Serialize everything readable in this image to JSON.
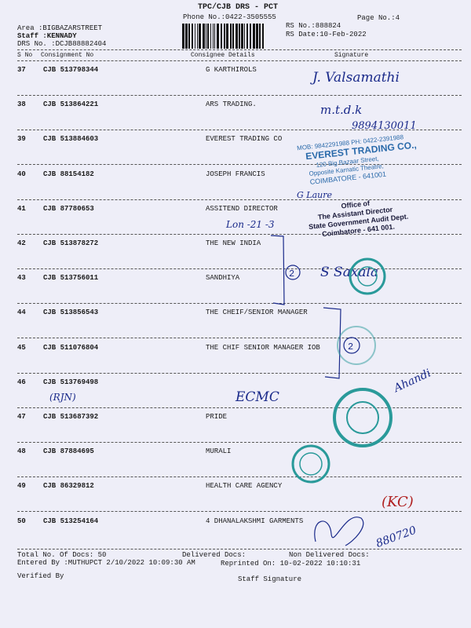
{
  "header": {
    "title": "TPC/CJB  DRS - PCT",
    "phone": "Phone No.:0422-3505555",
    "page_no": "Page No.:4",
    "area": "Area :BIGBAZARSTREET",
    "staff": "Staff :KENNADY",
    "drs_no": "DRS No.  :DCJB88882404",
    "rs_no": "RS No.:888824",
    "rs_date": "RS Date:10-Feb-2022"
  },
  "columns": [
    "S No",
    "Consignment No",
    "Consignee Details",
    "Signature"
  ],
  "rows": [
    {
      "sno": "37",
      "cno": "CJB 513798344",
      "name": "G KARTHIROLS"
    },
    {
      "sno": "38",
      "cno": "CJB 513864221",
      "name": "ARS TRADING."
    },
    {
      "sno": "39",
      "cno": "CJB 513884603",
      "name": "EVEREST TRADING CO"
    },
    {
      "sno": "40",
      "cno": "CJB 88154182",
      "name": "JOSEPH FRANCIS"
    },
    {
      "sno": "41",
      "cno": "CJB 87780653",
      "name": "ASSITEND DIRECTOR"
    },
    {
      "sno": "42",
      "cno": "CJB 513878272",
      "name": "THE NEW INDIA"
    },
    {
      "sno": "43",
      "cno": "CJB 513756011",
      "name": "SANDHIYA"
    },
    {
      "sno": "44",
      "cno": "CJB 513856543",
      "name": "THE CHEIF/SENIOR MANAGER"
    },
    {
      "sno": "45",
      "cno": "CJB 511076804",
      "name": "THE CHIF SENIOR MANAGER  IOB"
    },
    {
      "sno": "46",
      "cno": "CJB 513769498",
      "name": ""
    },
    {
      "sno": "47",
      "cno": "CJB 513687392",
      "name": "PRIDE"
    },
    {
      "sno": "48",
      "cno": "CJB 87884695",
      "name": "MURALI"
    },
    {
      "sno": "49",
      "cno": "CJB 86329812",
      "name": "HEALTH CARE AGENCY"
    },
    {
      "sno": "50",
      "cno": "CJB 513254164",
      "name": "4 DHANALAKSHMI GARMENTS"
    }
  ],
  "footer": {
    "total_docs": "Total No. Of Docs:  50",
    "delivered_docs": "Delivered Docs:",
    "non_delivered_docs": "Non Delivered Docs:",
    "entered_by": "Entered By :MUTHUPCT 2/10/2022 10:09:30 AM",
    "reprinted_on": "Reprinted On: 10-02-2022 10:10:31",
    "verified_by": "Verified By",
    "staff_signature": "Staff Signature"
  },
  "handwriting": {
    "sig37": "J. Valsamathi",
    "sig38": "m.t.d.k",
    "phone39": "9894130011",
    "sig40": "G Laure",
    "note41": "Lon -21 -3",
    "mark42": "2",
    "sig43": "S Saxala",
    "mark45": "2",
    "note46": "(RJN)",
    "note47": "ECMC",
    "sig47": "Ahandi",
    "note49": "(KC)",
    "sig50": "880720"
  },
  "stamps": {
    "everest": [
      "MOB: 9842291988 PH: 0422-2391988",
      "EVEREST TRADING CO.,",
      "120 Big Bazaar Street,",
      "Opposite Karnatic Theatre,",
      "COIMBATORE - 641001"
    ],
    "audit": [
      "Office of",
      "The Assistant Director",
      "State Government Audit Dept.",
      "Coimbatore - 641 001."
    ]
  },
  "colors": {
    "paper": "#eeeef8",
    "ink_blue": "#1a2a8a",
    "stamp_teal": "#2a9a9a",
    "stamp_blue": "#2a6aaa",
    "red_ink": "#b02020"
  }
}
